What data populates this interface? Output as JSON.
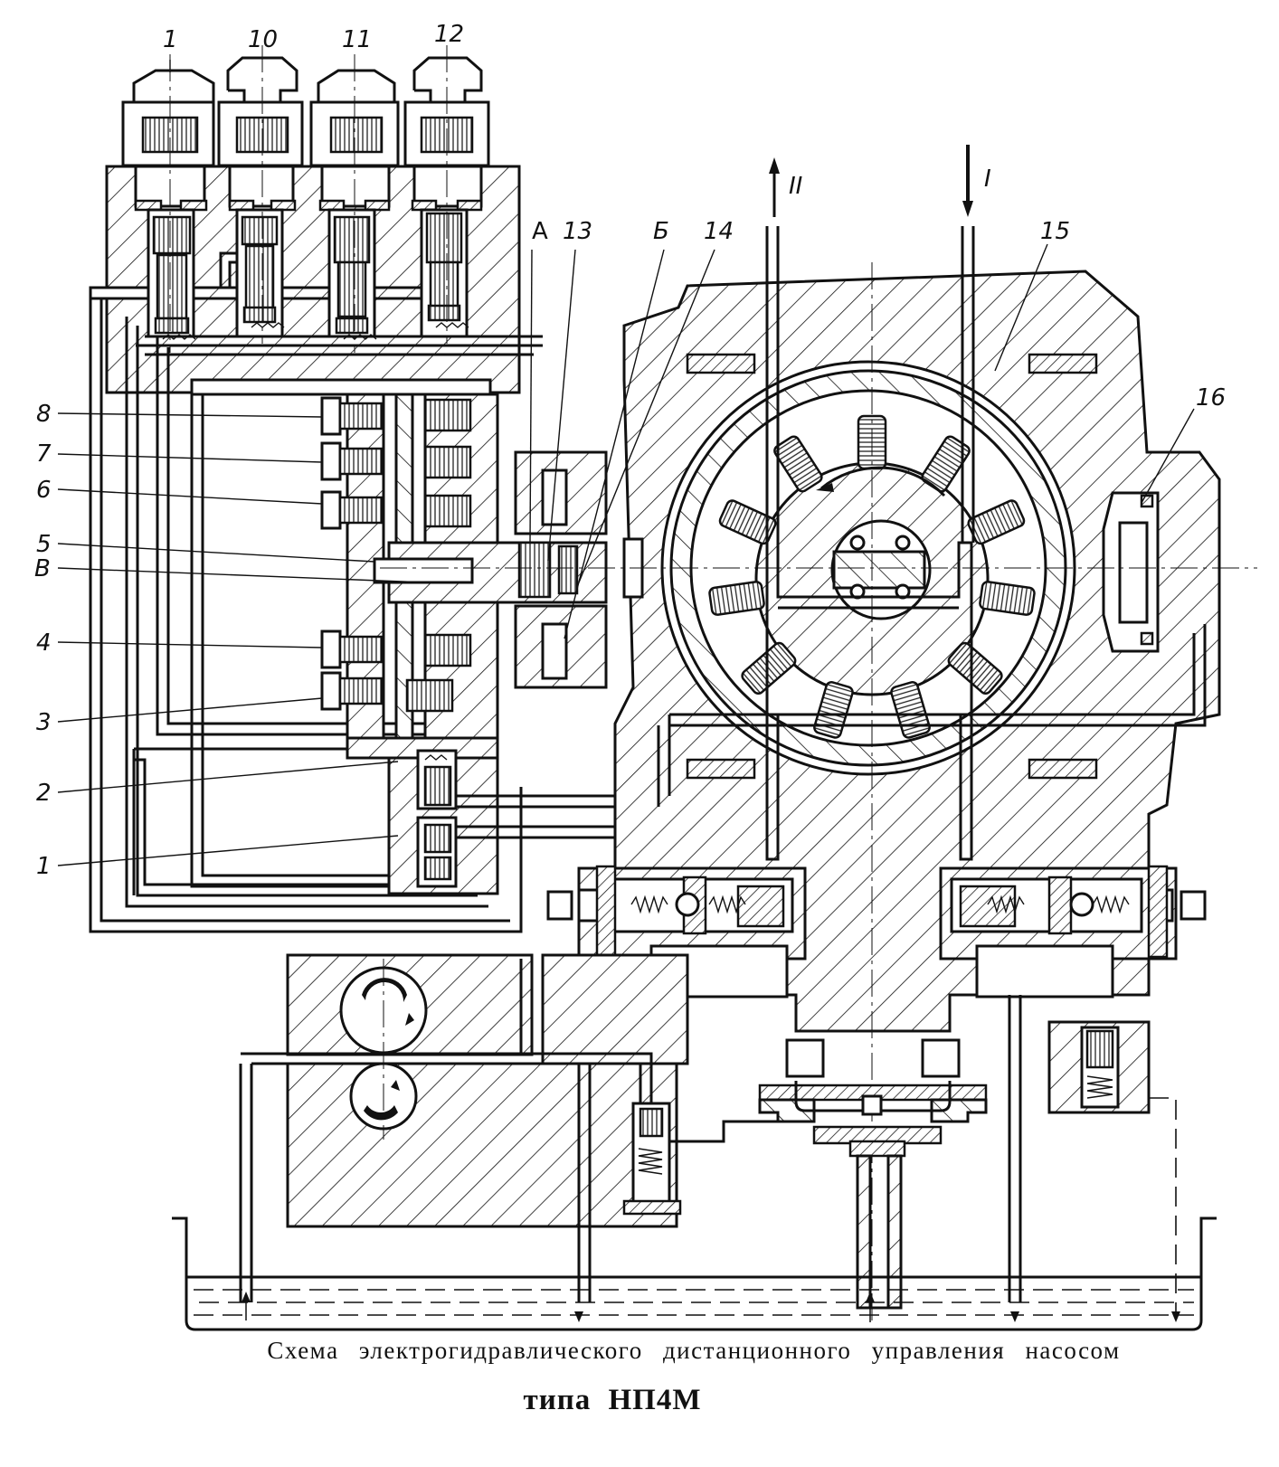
{
  "title": "Схема электрогидравлического дистанционного управления насосом",
  "subtitle": "типа НП4М",
  "labels": {
    "top": [
      {
        "id": "solenoid-1",
        "text": "1"
      },
      {
        "id": "solenoid-10",
        "text": "10"
      },
      {
        "id": "solenoid-11",
        "text": "11"
      },
      {
        "id": "solenoid-12",
        "text": "12"
      }
    ],
    "upper": [
      {
        "id": "A",
        "text": "А"
      },
      {
        "id": "13",
        "text": "13"
      },
      {
        "id": "B-upper",
        "text": "Б"
      },
      {
        "id": "14",
        "text": "14"
      },
      {
        "id": "15",
        "text": "15"
      },
      {
        "id": "16",
        "text": "16"
      }
    ],
    "flow": [
      {
        "id": "outlet-II",
        "text": "II",
        "direction": "up"
      },
      {
        "id": "inlet-I",
        "text": "I",
        "direction": "down"
      }
    ],
    "left": [
      {
        "id": "8",
        "text": "8"
      },
      {
        "id": "7",
        "text": "7"
      },
      {
        "id": "6",
        "text": "6"
      },
      {
        "id": "5",
        "text": "5"
      },
      {
        "id": "B",
        "text": "В"
      },
      {
        "id": "4",
        "text": "4"
      },
      {
        "id": "3",
        "text": "3"
      },
      {
        "id": "2",
        "text": "2"
      },
      {
        "id": "1",
        "text": "1"
      }
    ]
  },
  "components": {
    "solenoid_valves": 4,
    "rotor_pistons": 11,
    "gear_pump_gears": 2,
    "relief_valves_horizontal": 2,
    "check_valves_vertical": 2
  }
}
